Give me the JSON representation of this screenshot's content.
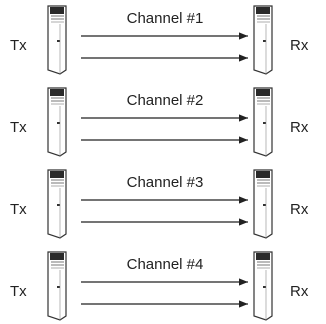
{
  "diagram": {
    "tx_label": "Tx",
    "rx_label": "Rx",
    "channels": [
      {
        "label": "Channel #1"
      },
      {
        "label": "Channel #2"
      },
      {
        "label": "Channel #3"
      },
      {
        "label": "Channel #4"
      }
    ],
    "colors": {
      "line": "#222222",
      "module_fill": "#ffffff",
      "module_stroke": "#333333",
      "module_top": "#2a2a2a"
    }
  }
}
